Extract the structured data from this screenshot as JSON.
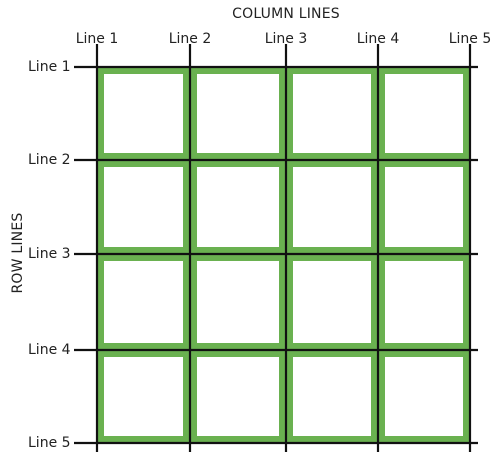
{
  "column_title": "COLUMN LINES",
  "row_title": "ROW LINES",
  "column_lines": [
    "Line 1",
    "Line 2",
    "Line 3",
    "Line 4",
    "Line 5"
  ],
  "row_lines": [
    "Line 1",
    "Line 2",
    "Line 3",
    "Line 4",
    "Line 5"
  ],
  "colors": {
    "cell_border": "#6ab150",
    "grid_line": "#111111",
    "background": "#ffffff"
  }
}
